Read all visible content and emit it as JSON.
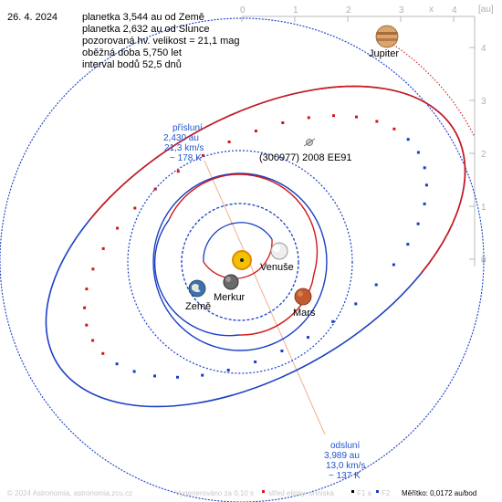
{
  "header": {
    "date": "26. 4. 2024",
    "lines": [
      "planetka 3,544 au od Země",
      "planetka 2,632 au od Slunce",
      "pozorovaná hv. velikost = 21,1 mag",
      "oběžná doba 5,750 let",
      "interval bodů 52,5 dnů"
    ]
  },
  "axes": {
    "x_label": "x",
    "unit_label": "[au]",
    "x_ticks": [
      "0",
      "1",
      "2",
      "3",
      "4"
    ],
    "y_ticks": [
      "4",
      "3",
      "2",
      "1",
      "0"
    ]
  },
  "bodies": {
    "asteroid": "(300977) 2008 EE91",
    "jupiter": "Jupiter",
    "venus": "Venuše",
    "mercury": "Merkur",
    "earth": "Země",
    "mars": "Mars"
  },
  "perihelion": {
    "title": "přísluní",
    "distance": "2,430 au",
    "speed": "21,3 km/s",
    "temperature": "~ 178 K"
  },
  "aphelion": {
    "title": "odsluní",
    "distance": "3,989 au",
    "speed": "13,0 km/s",
    "temperature": "~ 137 K"
  },
  "footer": {
    "copyright": "© 2024 Astronomia, astronomia.zcu.cz",
    "generated": "Vygenerováno za 0,10 s",
    "legend_center": "střed elipsy, ohniska",
    "legend_f1": "F1 a",
    "legend_f2": "F2",
    "scale": "Měřítko: 0,0172 au/bod"
  },
  "colors": {
    "blue": "#1a3fc4",
    "red": "#d01818",
    "axis": "#b8b8b8",
    "label_blue": "#2255cc",
    "apsis_line": "#f0b090"
  }
}
